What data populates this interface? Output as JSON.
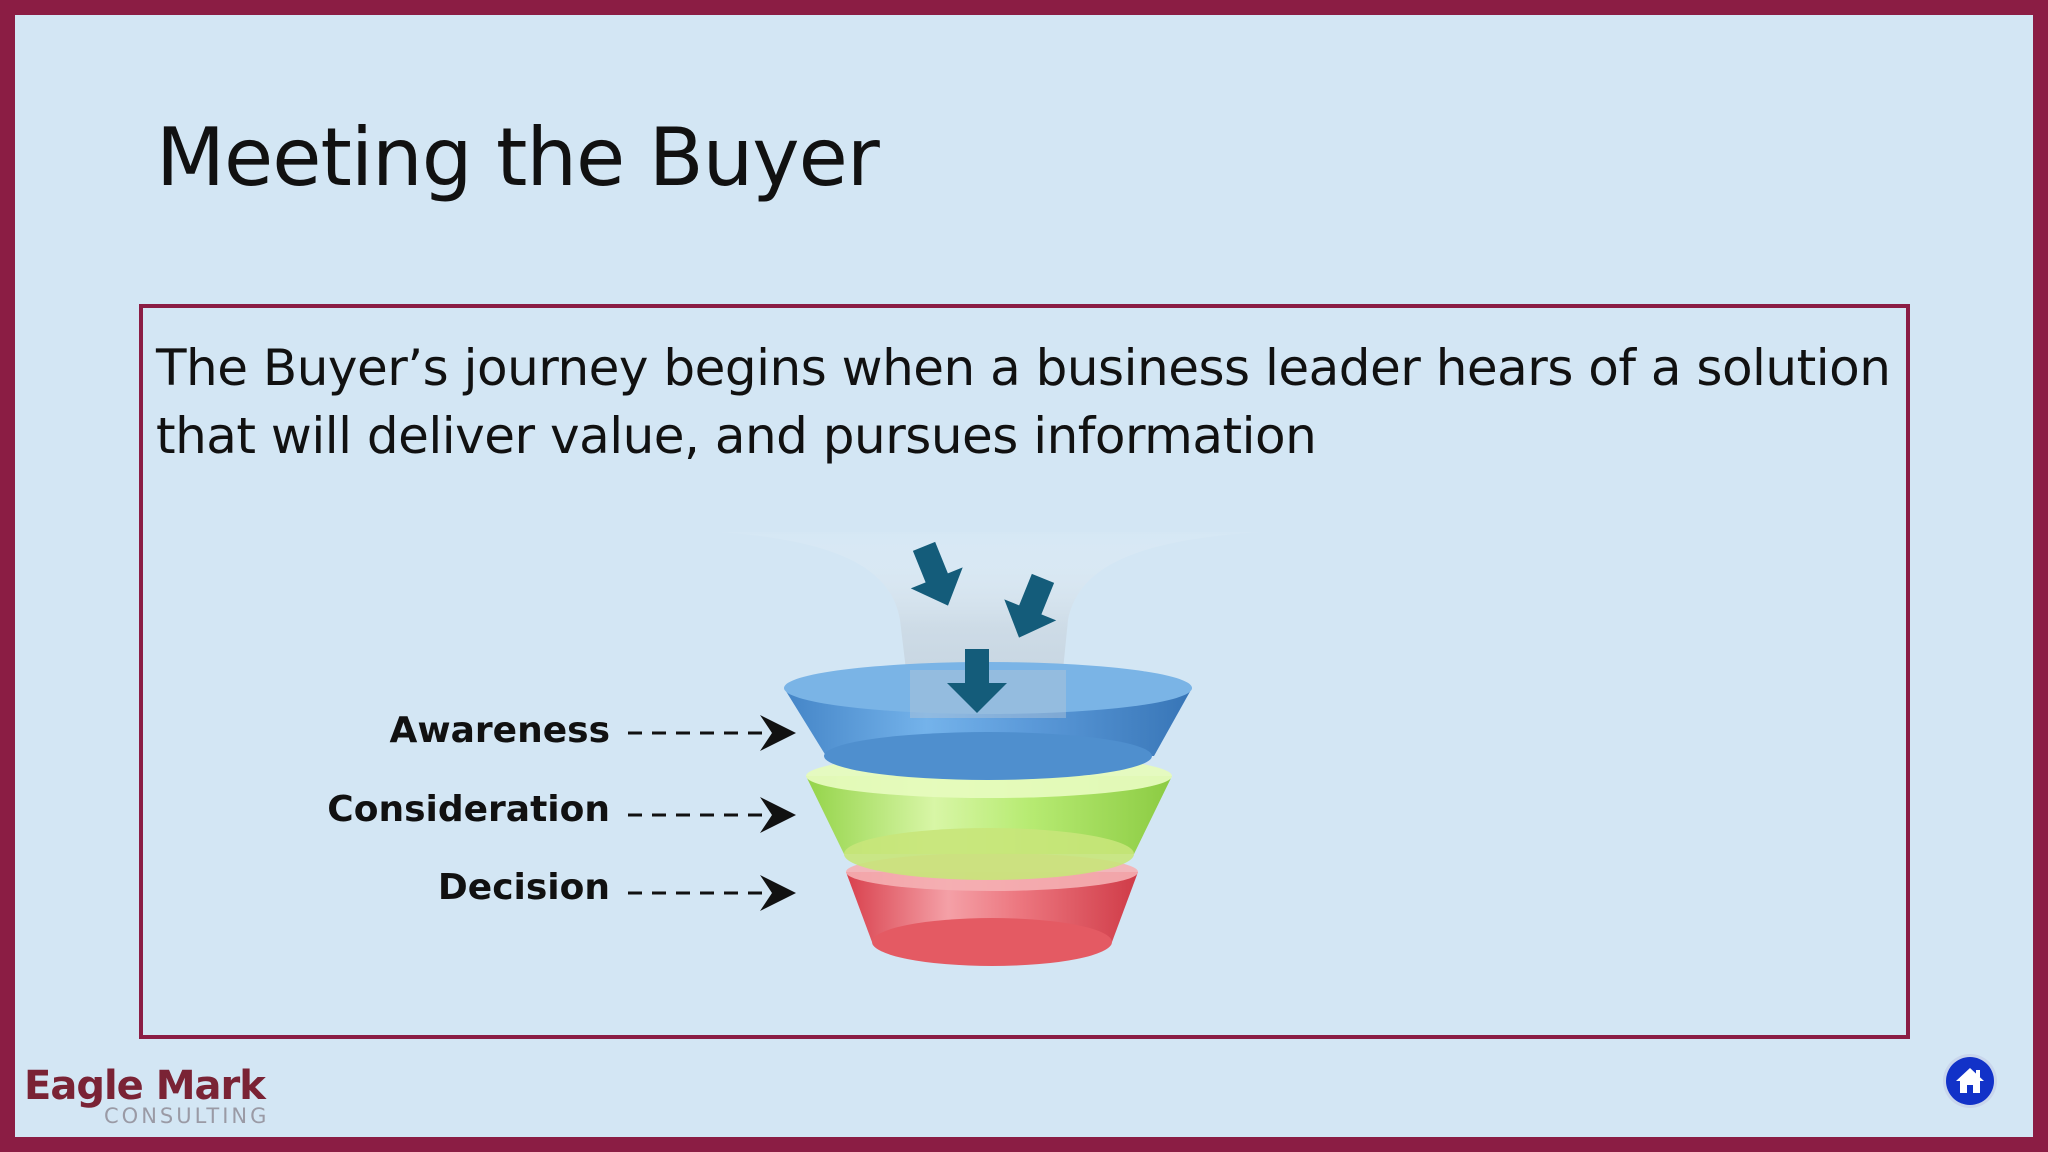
{
  "slide": {
    "title": "Meeting the Buyer",
    "body": "The Buyer’s journey begins when a business leader hears of a solution that will deliver value, and pursues information"
  },
  "funnel": {
    "stages": [
      {
        "label": "Awareness",
        "color": "#4a8fd0"
      },
      {
        "label": "Consideration",
        "color": "#a8e05a"
      },
      {
        "label": "Decision",
        "color": "#e04a55"
      }
    ],
    "arrow_color": "#145c7a"
  },
  "logo": {
    "name": "Eagle Mark",
    "subtitle": "CONSULTING"
  },
  "nav": {
    "home_icon": "home-icon"
  },
  "colors": {
    "frame": "#8b1d44",
    "background": "#d3e6f4"
  }
}
